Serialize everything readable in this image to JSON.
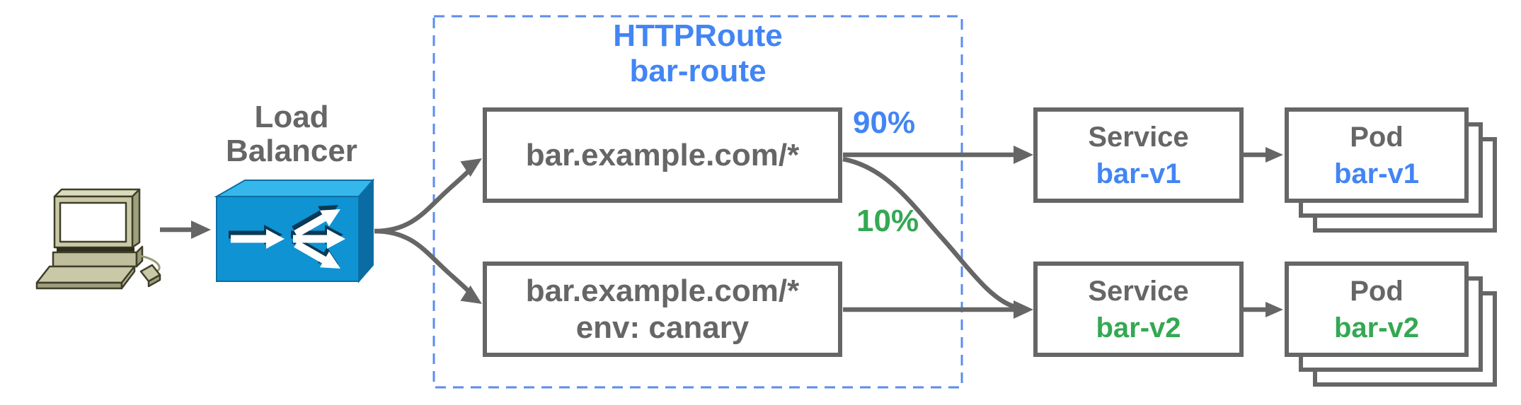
{
  "colors": {
    "blue": "#4285F4",
    "green": "#34A853",
    "gray": "#666666",
    "dash": "#5B8DEE"
  },
  "client": {
    "icon": "desktop-computer"
  },
  "load_balancer": {
    "label": "Load Balancer",
    "icon": "load-balancer-fanout"
  },
  "httproute": {
    "title": "HTTPRoute",
    "name": "bar-route",
    "rules": [
      {
        "match": "bar.example.com/*"
      },
      {
        "match": "bar.example.com/*",
        "header": "env: canary"
      }
    ]
  },
  "traffic_split": {
    "v1": "90%",
    "v2": "10%"
  },
  "services": [
    {
      "kind": "Service",
      "name": "bar-v1"
    },
    {
      "kind": "Service",
      "name": "bar-v2"
    }
  ],
  "pods": [
    {
      "kind": "Pod",
      "name": "bar-v1"
    },
    {
      "kind": "Pod",
      "name": "bar-v2"
    }
  ]
}
